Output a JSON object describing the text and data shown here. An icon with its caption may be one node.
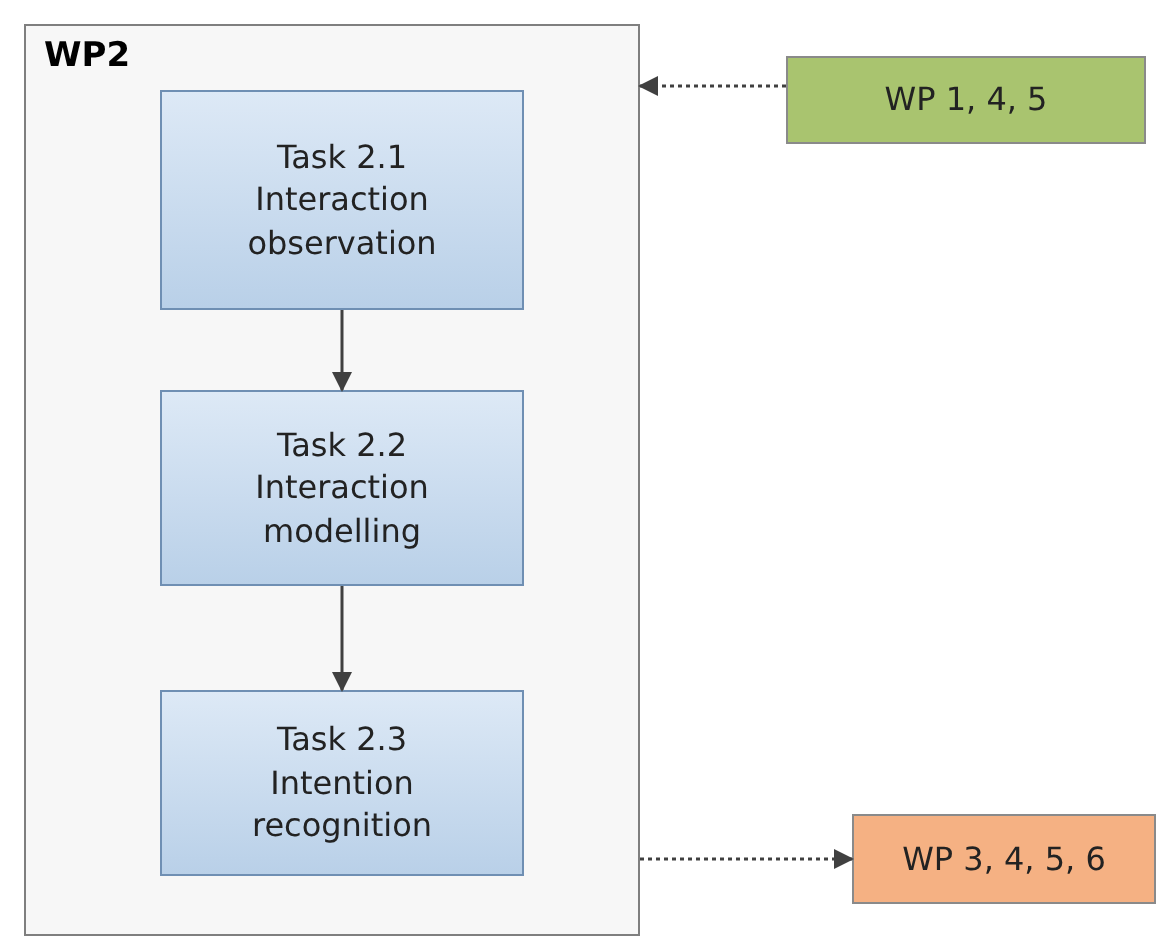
{
  "diagram": {
    "nodes": [
      {
        "text": [
          "WP2"
        ]
      },
      {
        "text": [
          "Task 2.1",
          "Interaction observation"
        ],
        "in": 0
      },
      {
        "text": [
          "Task 2.2",
          "Interaction modelling"
        ],
        "in": 0
      },
      {
        "text": [
          "Task 2.3",
          "Intention recognition"
        ],
        "in": 0
      },
      {
        "text": [
          "WP 1, 4, 5"
        ]
      },
      {
        "text": [
          "WP 3, 4, 5, 6"
        ]
      }
    ],
    "edges": [
      {
        "from": 1,
        "to": 2,
        "arrow": "to"
      },
      {
        "from": 2,
        "to": 3,
        "arrow": "to"
      },
      {
        "from": 4,
        "to": 0,
        "arrow": "to",
        "style": "dashed"
      },
      {
        "from": 0,
        "to": 5,
        "arrow": "to",
        "style": "dashed"
      }
    ]
  }
}
